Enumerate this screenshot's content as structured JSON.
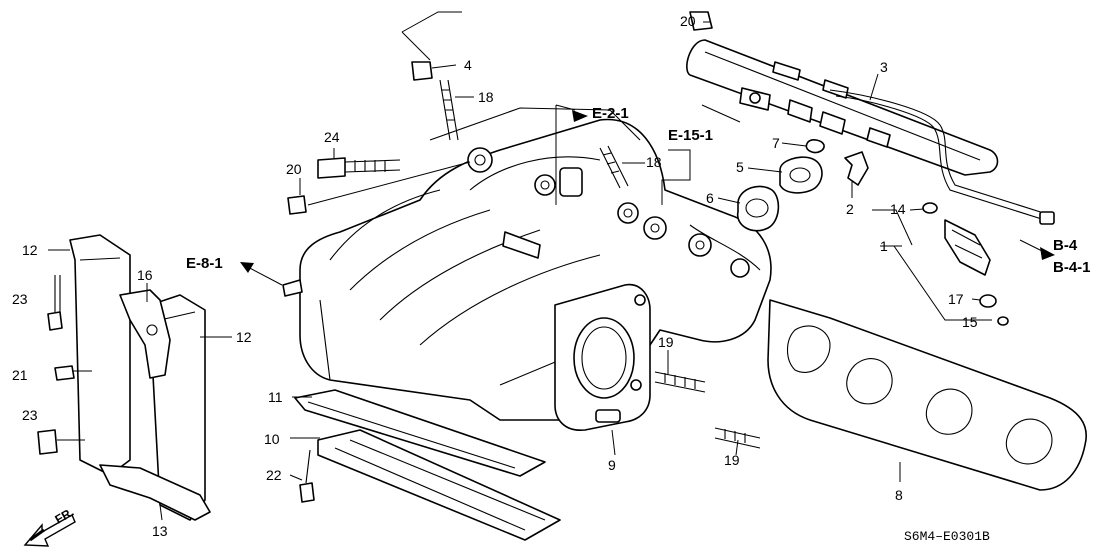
{
  "diagram": {
    "callouts": [
      "1",
      "2",
      "3",
      "4",
      "5",
      "6",
      "7",
      "8",
      "9",
      "10",
      "11",
      "12",
      "12",
      "13",
      "14",
      "15",
      "16",
      "17",
      "18",
      "18",
      "19",
      "19",
      "20",
      "20",
      "21",
      "22",
      "23",
      "23",
      "24"
    ],
    "references": [
      "E-2-1",
      "E-15-1",
      "E-8-1",
      "B-4",
      "B-4-1"
    ],
    "direction_label": "FR.",
    "diagram_code": "S6M4–E0301B"
  }
}
